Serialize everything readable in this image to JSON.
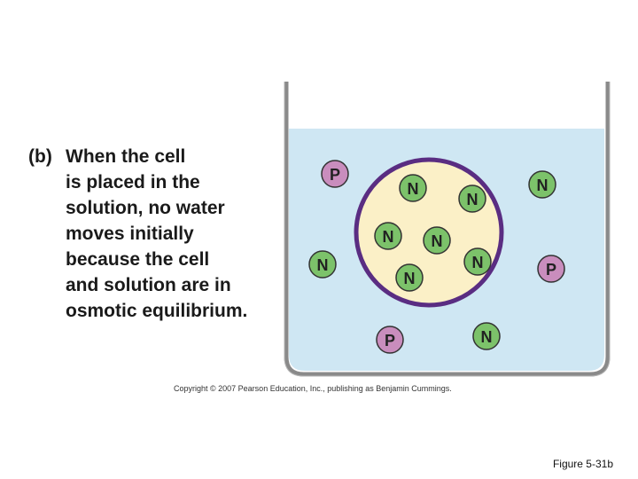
{
  "caption": {
    "label": "(b)",
    "lines": [
      "When the cell",
      "is placed in the",
      "solution, no water",
      "moves initially",
      "because the cell",
      "and solution are in",
      "osmotic equilibrium."
    ]
  },
  "copyright": "Copyright © 2007 Pearson Education, Inc., publishing as Benjamin Cummings.",
  "figure_label": "Figure 5-31b",
  "particles": {
    "inside_cell": [
      "N",
      "N",
      "N",
      "N",
      "N",
      "N"
    ],
    "outside_cell": [
      "P",
      "N",
      "N",
      "P",
      "P",
      "N"
    ]
  },
  "colors": {
    "solution": "#cfe7f3",
    "cell_interior": "#fbf0c7",
    "cell_membrane": "#5a2d82",
    "beaker_wall": "#8a8a8a",
    "particle_N": "#7cc26a",
    "particle_P": "#c98dbd"
  }
}
